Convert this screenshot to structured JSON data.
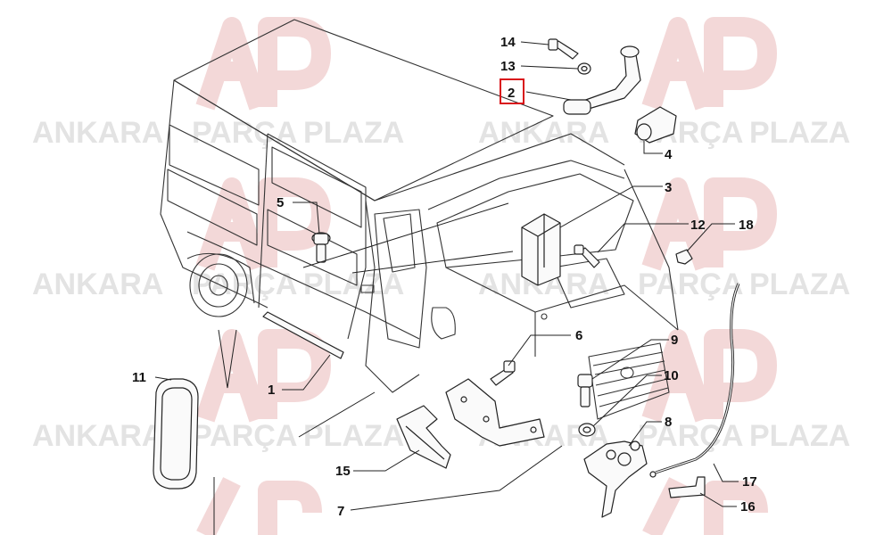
{
  "watermark": {
    "word1": "ANKARA",
    "word2": "PARÇA",
    "word3": "PLAZA",
    "logo_color": "#f3d8d8",
    "text_color": "#e3e3e3"
  },
  "highlight_color": "#d9141b",
  "callouts": [
    {
      "id": "1",
      "label": "1"
    },
    {
      "id": "2",
      "label": "2",
      "highlighted": true
    },
    {
      "id": "3",
      "label": "3"
    },
    {
      "id": "4",
      "label": "4"
    },
    {
      "id": "5",
      "label": "5"
    },
    {
      "id": "6",
      "label": "6"
    },
    {
      "id": "7",
      "label": "7"
    },
    {
      "id": "8",
      "label": "8"
    },
    {
      "id": "9",
      "label": "9"
    },
    {
      "id": "10",
      "label": "10"
    },
    {
      "id": "11",
      "label": "11"
    },
    {
      "id": "12",
      "label": "12"
    },
    {
      "id": "13",
      "label": "13"
    },
    {
      "id": "14",
      "label": "14"
    },
    {
      "id": "15",
      "label": "15"
    },
    {
      "id": "16",
      "label": "16"
    },
    {
      "id": "17",
      "label": "17"
    },
    {
      "id": "18",
      "label": "18"
    }
  ]
}
